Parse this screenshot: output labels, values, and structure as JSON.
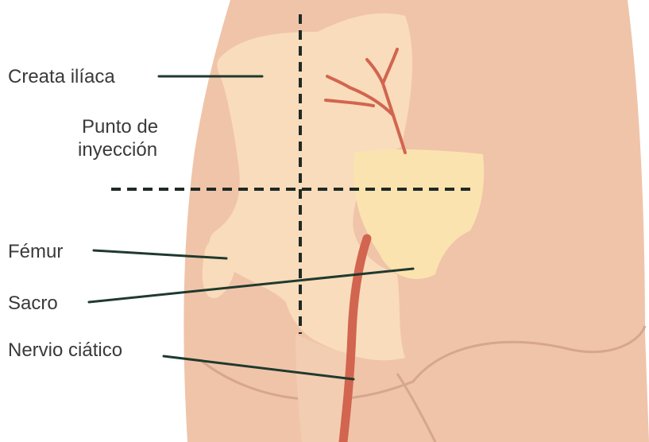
{
  "diagram": {
    "labels": {
      "cresta": "Creata ilíaca",
      "punto_line1": "Punto de",
      "punto_line2": "inyección",
      "femur": "Fémur",
      "sacro": "Sacro",
      "nervio": "Nervio ciático"
    },
    "colors": {
      "background": "#ffffff",
      "skin": "#f0c4a9",
      "skin_shadow": "#e6b89e",
      "bone": "#f9dcbb",
      "sacrum": "#fbe3b0",
      "nerve": "#d2654f",
      "leader_line": "#1f3a2e",
      "dashed_line": "#1f2a24",
      "crease": "#d6a68e"
    },
    "icons": {
      "cross_marker": "dashed-crosshair"
    }
  }
}
